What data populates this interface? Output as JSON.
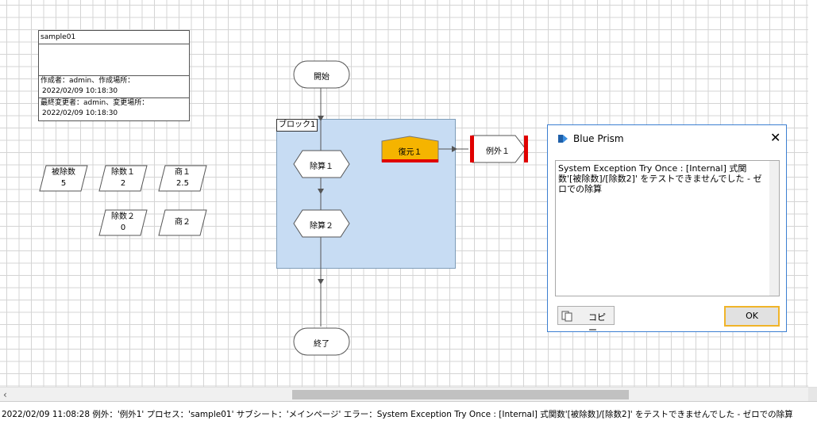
{
  "info": {
    "title": "sample01",
    "created_label": "作成者：admin、作成場所：",
    "created_time": "2022/02/09 10:18:30",
    "modified_label": "最終変更者：admin、変更場所：",
    "modified_time": "2022/02/09 10:18:30"
  },
  "data_items": [
    {
      "name": "被除数",
      "value": "5"
    },
    {
      "name": "除数１",
      "value": "2"
    },
    {
      "name": "商１",
      "value": "2.5"
    },
    {
      "name": "除数２",
      "value": "0"
    },
    {
      "name": "商２",
      "value": ""
    }
  ],
  "flow": {
    "start": "開始",
    "end": "終了",
    "block": "ブロック1",
    "calc1": "除算１",
    "calc2": "除算２",
    "recover": "復元１",
    "exception": "例外１"
  },
  "dialog": {
    "title": "Blue Prism",
    "close": "✕",
    "message": "System Exception Try Once : [Internal] 式関数'[被除数]/[除数2]' をテストできませんでした - ゼロでの除算",
    "copy_label": "コピー",
    "ok_label": "OK"
  },
  "scrollbar": {
    "left_arrow": "‹"
  },
  "status": {
    "text": "2022/02/09 11:08:28 例外：'例外1' プロセス：'sample01' サブシート：'メインページ' エラー：System Exception Try Once : [Internal] 式関数'[被除数]/[除数2]' をテストできませんでした - ゼロでの除算"
  },
  "colors": {
    "block": "#c7dcf3",
    "recover": "#f5b400",
    "exception_bar": "#e00000",
    "dialog_border": "#3c7fd1",
    "ok_border": "#f0b429"
  },
  "icons": {
    "dialog": "blue-prism-logo-icon",
    "copy": "copy-icon",
    "arrow": "arrow-down-icon"
  }
}
